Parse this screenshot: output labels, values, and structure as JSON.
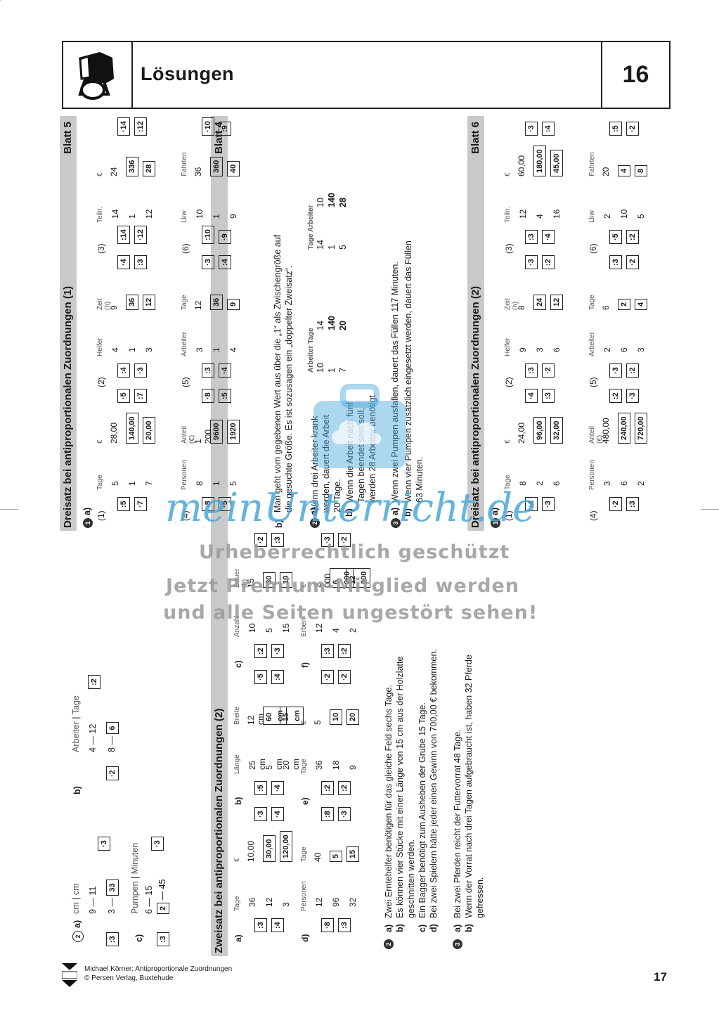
{
  "header": {
    "title": "Lösungen",
    "number": "16"
  },
  "blatt5": {
    "title": "Dreisatz bei antiproportionalen Zuordnungen (1)",
    "blatt": "Blatt 5",
    "q1": {
      "label": "a)",
      "tables": [
        {
          "id": "(1)",
          "cols": [
            "Tage",
            "€"
          ],
          "rows": [
            [
              "5",
              "28,00"
            ],
            [
              "1",
              "140,00"
            ],
            [
              "7",
              "20,00"
            ]
          ],
          "ops_left": [
            ":5",
            "·7"
          ],
          "ops_right": [
            "·5",
            ":7"
          ]
        },
        {
          "id": "(2)",
          "cols": [
            "Helfer",
            "Zeit (h)"
          ],
          "rows": [
            [
              "4",
              "9"
            ],
            [
              "1",
              "36"
            ],
            [
              "3",
              "12"
            ]
          ],
          "ops_left": [
            ":4",
            "·3"
          ],
          "ops_right": [
            "·4",
            ":3"
          ]
        },
        {
          "id": "(3)",
          "cols": [
            "Teiln.",
            "€"
          ],
          "rows": [
            [
              "14",
              "24"
            ],
            [
              "1",
              "336"
            ],
            [
              "12",
              "28"
            ]
          ],
          "ops_left": [
            ":14",
            "·12"
          ],
          "ops_right": [
            "·14",
            ":12"
          ]
        },
        {
          "id": "(4)",
          "cols": [
            "Personen",
            "Anteil (€)"
          ],
          "rows": [
            [
              "8",
              "1 200"
            ],
            [
              "1",
              "9600"
            ],
            [
              "5",
              "1920"
            ]
          ],
          "ops_left": [
            ":8",
            "·5"
          ],
          "ops_right": [
            "·8",
            ":5"
          ]
        },
        {
          "id": "(5)",
          "cols": [
            "Arbeiter",
            "Tage"
          ],
          "rows": [
            [
              "3",
              "12"
            ],
            [
              "1",
              "36"
            ],
            [
              "4",
              "9"
            ]
          ],
          "ops_left": [
            ":3",
            "·4"
          ],
          "ops_right": [
            "·3",
            ":4"
          ]
        },
        {
          "id": "(6)",
          "cols": [
            "Lkw",
            "Fahrten"
          ],
          "rows": [
            [
              "10",
              "36"
            ],
            [
              "1",
              "360"
            ],
            [
              "9",
              "40"
            ]
          ],
          "ops_left": [
            ":10",
            "·9"
          ],
          "ops_right": [
            "·10",
            ":9"
          ]
        }
      ],
      "b_label": "b)",
      "b_text": [
        "Man geht vom gegebenen Wert aus über die „1“ als Zwischengröße auf",
        "die gesuchte Größe. Es ist sozusagen ein „doppelter Zweisatz“."
      ]
    },
    "q2": {
      "a_label": "a)",
      "a_text": [
        "Wenn drei Arbeiter krank",
        "werden, dauert die Arbeit",
        "20 Tage."
      ],
      "b_label": "b)",
      "b_text": [
        "Wenn die Arbeit nach fünf",
        "Tagen beendet sein soll,",
        "werden 28 Arbeiter benötigt."
      ],
      "table1": {
        "cols": [
          "Arbeiter",
          "Tage"
        ],
        "rows": [
          [
            "10",
            "14"
          ],
          [
            "1",
            "140"
          ],
          [
            "7",
            "20"
          ]
        ]
      },
      "table2": {
        "cols": [
          "Tage",
          "Arbeiter"
        ],
        "rows": [
          [
            "14",
            "10"
          ],
          [
            "1",
            "140"
          ],
          [
            "5",
            "28"
          ]
        ]
      }
    },
    "q3": {
      "a_label": "a)",
      "a_text": "Wenn zwei Pumpen ausfallen, dauert das Füllen 117 Minuten.",
      "b_label": "b)",
      "b_text": [
        "Wenn vier Pumpen zusätzlich eingesetzt werden, dauert das Füllen",
        "63 Minuten."
      ]
    }
  },
  "blatt6": {
    "title": "Dreisatz bei antiproportionalen Zuordnungen (2)",
    "blatt": "Blatt 6",
    "label": "a)",
    "tables": [
      {
        "id": "(1)",
        "cols": [
          "Tage",
          "€"
        ],
        "rows": [
          [
            "8",
            "24,00"
          ],
          [
            "2",
            "96,00"
          ],
          [
            "6",
            "32,00"
          ]
        ],
        "ops_left": [
          ":4",
          "·3"
        ],
        "ops_right": [
          "·4",
          ":3"
        ]
      },
      {
        "id": "(2)",
        "cols": [
          "Helfer",
          "Zeit (h)"
        ],
        "rows": [
          [
            "9",
            "8"
          ],
          [
            "3",
            "24"
          ],
          [
            "6",
            "12"
          ]
        ],
        "ops_left": [
          ":3",
          "·2"
        ],
        "ops_right": [
          "·3",
          ":2"
        ]
      },
      {
        "id": "(3)",
        "cols": [
          "Teiln.",
          "€"
        ],
        "rows": [
          [
            "12",
            "60,00"
          ],
          [
            "4",
            "180,00"
          ],
          [
            "16",
            "45,00"
          ]
        ],
        "ops_left": [
          ":3",
          "·4"
        ],
        "ops_right": [
          "·3",
          ":4"
        ]
      },
      {
        "id": "(4)",
        "cols": [
          "Personen",
          "Anteil (€)"
        ],
        "rows": [
          [
            "3",
            "480,00"
          ],
          [
            "6",
            "240,00"
          ],
          [
            "2",
            "720,00"
          ]
        ],
        "ops_left": [
          "·2",
          ":3"
        ],
        "ops_right": [
          ":2",
          "·3"
        ]
      },
      {
        "id": "(5)",
        "cols": [
          "Arbeiter",
          "Tage"
        ],
        "rows": [
          [
            "2",
            "6"
          ],
          [
            "6",
            "2"
          ],
          [
            "3",
            "4"
          ]
        ],
        "ops_left": [
          "·3",
          ":2"
        ],
        "ops_right": [
          ":3",
          "·2"
        ]
      },
      {
        "id": "(6)",
        "cols": [
          "Lkw",
          "Fahrten"
        ],
        "rows": [
          [
            "2",
            "20"
          ],
          [
            "10",
            "4"
          ],
          [
            "5",
            "8"
          ]
        ],
        "ops_left": [
          "·5",
          ":2"
        ],
        "ops_right": [
          ":5",
          "·2"
        ]
      }
    ]
  },
  "blatt4": {
    "title": "Zweisatz bei antiproportionalen Zuordnungen (2)",
    "blatt": "Blatt 4",
    "q1": {
      "tables": [
        {
          "id": "a)",
          "cols": [
            "Tage",
            "€"
          ],
          "rows": [
            [
              "36",
              "10,00"
            ],
            [
              "12",
              "30,00"
            ],
            [
              "3",
              "120,00"
            ]
          ],
          "ops_left": [
            ":3",
            ":4"
          ],
          "ops_right": [
            "·3",
            "·4"
          ]
        },
        {
          "id": "b)",
          "cols": [
            "Länge",
            "Breite"
          ],
          "rows": [
            [
              "25 cm",
              "12 cm"
            ],
            [
              "5 cm",
              "60 cm"
            ],
            [
              "20 cm",
              "15 cm"
            ]
          ],
          "ops_left": [
            ":5",
            "·4"
          ],
          "ops_right": [
            "·5",
            ":4"
          ]
        },
        {
          "id": "c)",
          "cols": [
            "Anzahl",
            "Dauer (h)"
          ],
          "rows": [
            [
              "10",
              "15"
            ],
            [
              "5",
              "30"
            ],
            [
              "15",
              "10"
            ]
          ],
          "ops_left": [
            ":2",
            "·3"
          ],
          "ops_right": [
            "·2",
            ":3"
          ]
        },
        {
          "id": "d)",
          "cols": [
            "Personen",
            "Tage"
          ],
          "rows": [
            [
              "12",
              "40"
            ],
            [
              "96",
              "5"
            ],
            [
              "32",
              "15"
            ]
          ],
          "ops_left": [
            "·8",
            ":3"
          ],
          "ops_right": [
            ":8",
            "·3"
          ]
        },
        {
          "id": "e)",
          "cols": [
            "Tage",
            "€"
          ],
          "rows": [
            [
              "36",
              "5"
            ],
            [
              "18",
              "10"
            ],
            [
              "9",
              "20"
            ]
          ],
          "ops_left": [
            ":2",
            ":2"
          ],
          "ops_right": [
            "·2",
            "·2"
          ]
        },
        {
          "id": "f)",
          "cols": [
            "Erben",
            "€"
          ],
          "rows": [
            [
              "12",
              "2 000"
            ],
            [
              "4",
              "6 000"
            ],
            [
              "2",
              "12 000"
            ]
          ],
          "ops_left": [
            ":3",
            ":2"
          ],
          "ops_right": [
            "·3",
            "·2"
          ]
        }
      ]
    },
    "q2": [
      {
        "label": "a)",
        "text": "Zwei Erntehelfer benötigen für das gleiche Feld sechs Tage."
      },
      {
        "label": "b)",
        "text": "Es können vier Stücke mit einer Länge von 15 cm aus der Holzlatte"
      },
      {
        "label": "",
        "text": "geschnitten werden."
      },
      {
        "label": "c)",
        "text": "Ein Bagger benötigt zum Ausheben der Grube 15 Tage."
      },
      {
        "label": "d)",
        "text": "Bei zwei Spielern hätte jeder einen Gewinn von 700,00 € bekommen."
      }
    ],
    "q3": [
      {
        "label": "a)",
        "text": "Bei zwei Pferden reicht der Futtervorrat 48 Tage."
      },
      {
        "label": "b)",
        "text": "Wenn der Vorrat nach drei Tagen aufgebraucht ist, haben 32 Pferde"
      },
      {
        "label": "",
        "text": "gefressen."
      }
    ]
  },
  "prev_q2": {
    "label": "a)",
    "a": {
      "cols": [
        "cm",
        "cm"
      ],
      "rows": [
        [
          "9",
          "11"
        ],
        [
          "3",
          "33"
        ]
      ],
      "op_left": ":3",
      "op_right": "·3"
    },
    "b_label": "b)",
    "b": {
      "cols": [
        "Arbeiter",
        "Tage"
      ],
      "rows": [
        [
          "4",
          "12"
        ],
        [
          "8",
          "6"
        ]
      ],
      "op_left": "·2",
      "op_right": ":2"
    },
    "c_label": "c)",
    "c": {
      "cols": [
        "Pumpen",
        "Minuten"
      ],
      "rows": [
        [
          "6",
          "15"
        ],
        [
          "2",
          "45"
        ]
      ],
      "op_left": ":3",
      "op_right": "·3"
    }
  },
  "watermark": {
    "brand": "meinUnterricht.de",
    "line1": "Urheberrechtlich geschützt",
    "line2": "Jetzt Premium-Mitglied werden",
    "line3": "und alle Seiten ungestört sehen!"
  },
  "footer": {
    "publisher_logo": "Persen",
    "line1": "Michael Körner: Antiproportionale Zuordnungen",
    "line2": "© Persen Verlag, Buxtehude",
    "page": "17"
  }
}
